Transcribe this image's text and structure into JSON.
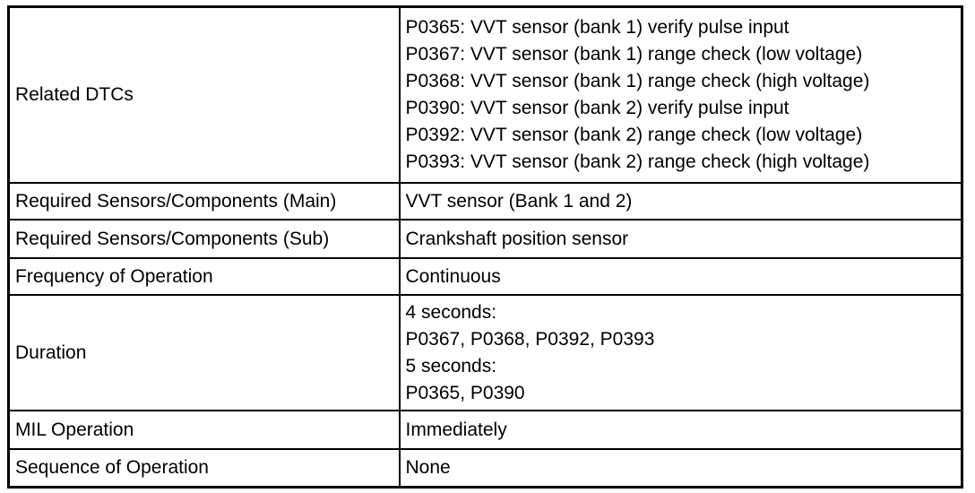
{
  "rows": [
    {
      "label": "Related DTCs",
      "lines": [
        "P0365: VVT sensor (bank 1) verify pulse input",
        "P0367: VVT sensor (bank 1) range check (low voltage)",
        "P0368: VVT sensor (bank 1) range check (high voltage)",
        "P0390: VVT sensor (bank 2) verify pulse input",
        "P0392: VVT sensor (bank 2) range check (low voltage)",
        "P0393: VVT sensor (bank 2) range check (high voltage)"
      ]
    },
    {
      "label": "Required Sensors/Components (Main)",
      "lines": [
        "VVT sensor (Bank 1 and 2)"
      ]
    },
    {
      "label": "Required Sensors/Components (Sub)",
      "lines": [
        "Crankshaft position sensor"
      ]
    },
    {
      "label": "Frequency of Operation",
      "lines": [
        "Continuous"
      ]
    },
    {
      "label": "Duration",
      "lines": [
        "4 seconds:",
        "P0367, P0368, P0392, P0393",
        "5 seconds:",
        "P0365, P0390"
      ]
    },
    {
      "label": "MIL Operation",
      "lines": [
        "Immediately"
      ]
    },
    {
      "label": "Sequence of Operation",
      "lines": [
        "None"
      ]
    }
  ]
}
